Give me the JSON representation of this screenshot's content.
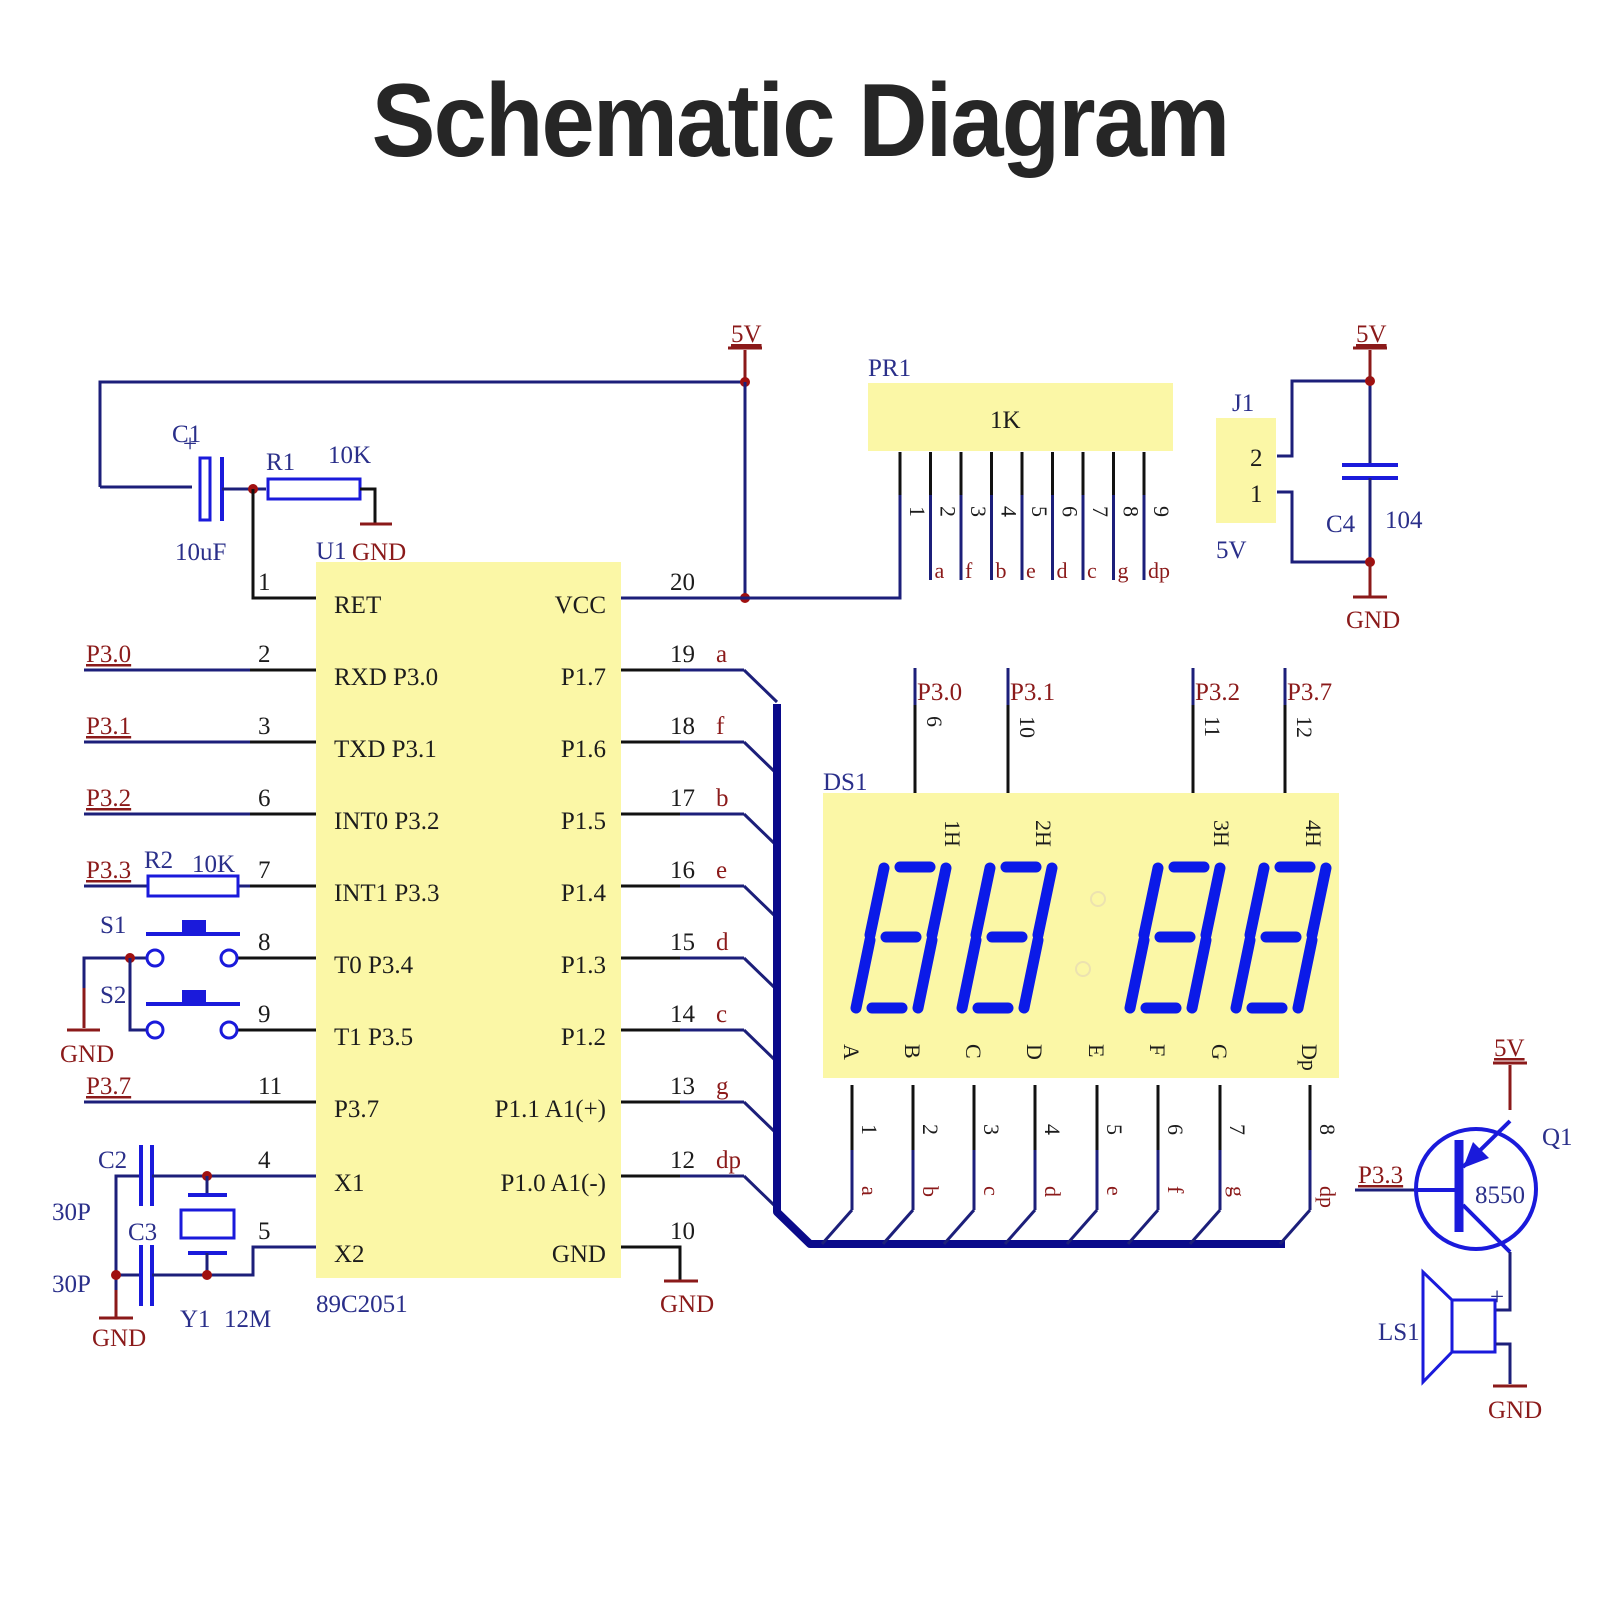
{
  "title": "Schematic Diagram",
  "colors": {
    "component_body": "#fbf7a6",
    "wire": "#1c1f7a",
    "component_stroke": "#1a1adb",
    "power_net": "#8b1a1a",
    "segment": "#0b1ae8",
    "title_text": "#262626"
  },
  "reset_circuit": {
    "cap_ref": "C1",
    "cap_value": "10uF",
    "cap_polarity": "+",
    "res_ref": "R1",
    "res_value": "10K",
    "gnd_label": "GND",
    "vcc_label": "5V"
  },
  "mcu": {
    "ref": "U1",
    "part": "89C2051",
    "left_pins": [
      {
        "num": "1",
        "name": "RET",
        "net": ""
      },
      {
        "num": "2",
        "name": "RXD P3.0",
        "net": "P3.0"
      },
      {
        "num": "3",
        "name": "TXD P3.1",
        "net": "P3.1"
      },
      {
        "num": "6",
        "name": "INT0 P3.2",
        "net": "P3.2"
      },
      {
        "num": "7",
        "name": "INT1 P3.3",
        "net": "P3.3"
      },
      {
        "num": "8",
        "name": "T0 P3.4",
        "net": ""
      },
      {
        "num": "9",
        "name": "T1 P3.5",
        "net": ""
      },
      {
        "num": "11",
        "name": "P3.7",
        "net": "P3.7"
      },
      {
        "num": "4",
        "name": "X1",
        "net": ""
      },
      {
        "num": "5",
        "name": "X2",
        "net": ""
      }
    ],
    "right_pins": [
      {
        "num": "20",
        "name": "VCC",
        "net": ""
      },
      {
        "num": "19",
        "name": "P1.7",
        "net": "a"
      },
      {
        "num": "18",
        "name": "P1.6",
        "net": "f"
      },
      {
        "num": "17",
        "name": "P1.5",
        "net": "b"
      },
      {
        "num": "16",
        "name": "P1.4",
        "net": "e"
      },
      {
        "num": "15",
        "name": "P1.3",
        "net": "d"
      },
      {
        "num": "14",
        "name": "P1.2",
        "net": "c"
      },
      {
        "num": "13",
        "name": "P1.1 A1(+)",
        "net": "g"
      },
      {
        "num": "12",
        "name": "P1.0 A1(-)",
        "net": "dp"
      },
      {
        "num": "10",
        "name": "GND",
        "net": ""
      }
    ],
    "gnd_label": "GND"
  },
  "r2": {
    "ref": "R2",
    "value": "10K"
  },
  "switches": {
    "s1": "S1",
    "s2": "S2",
    "gnd_label": "GND"
  },
  "crystal": {
    "c2_ref": "C2",
    "c3_ref": "C3",
    "c2_value": "30P",
    "c3_value": "30P",
    "xtal_ref": "Y1",
    "xtal_value": "12M",
    "gnd_label": "GND"
  },
  "resistor_pack": {
    "ref": "PR1",
    "value": "1K",
    "pins": [
      "1",
      "2",
      "3",
      "4",
      "5",
      "6",
      "7",
      "8",
      "9"
    ],
    "nets": [
      "a",
      "f",
      "b",
      "e",
      "d",
      "c",
      "g",
      "dp"
    ]
  },
  "connector": {
    "ref": "J1",
    "pins": [
      "2",
      "1"
    ],
    "label": "5V",
    "cap_ref": "C4",
    "cap_value": "104",
    "vcc_label": "5V",
    "gnd_label": "GND"
  },
  "display": {
    "ref": "DS1",
    "digit_labels": [
      "1H",
      "2H",
      "3H",
      "4H"
    ],
    "common_nets": [
      "P3.0",
      "P3.1",
      "P3.2",
      "P3.7"
    ],
    "common_pins": [
      "6",
      "10",
      "11",
      "12"
    ],
    "segment_letters": [
      "A",
      "B",
      "C",
      "D",
      "E",
      "F",
      "G",
      "Dp"
    ],
    "segment_pins": [
      "1",
      "2",
      "3",
      "4",
      "5",
      "6",
      "7",
      "8"
    ],
    "segment_nets": [
      "a",
      "b",
      "c",
      "d",
      "e",
      "f",
      "g",
      "dp"
    ]
  },
  "buzzer": {
    "transistor_ref": "Q1",
    "transistor_part": "8550",
    "base_net": "P3.3",
    "vcc_label": "5V",
    "speaker_ref": "LS1",
    "speaker_polarity": "+",
    "gnd_label": "GND"
  }
}
